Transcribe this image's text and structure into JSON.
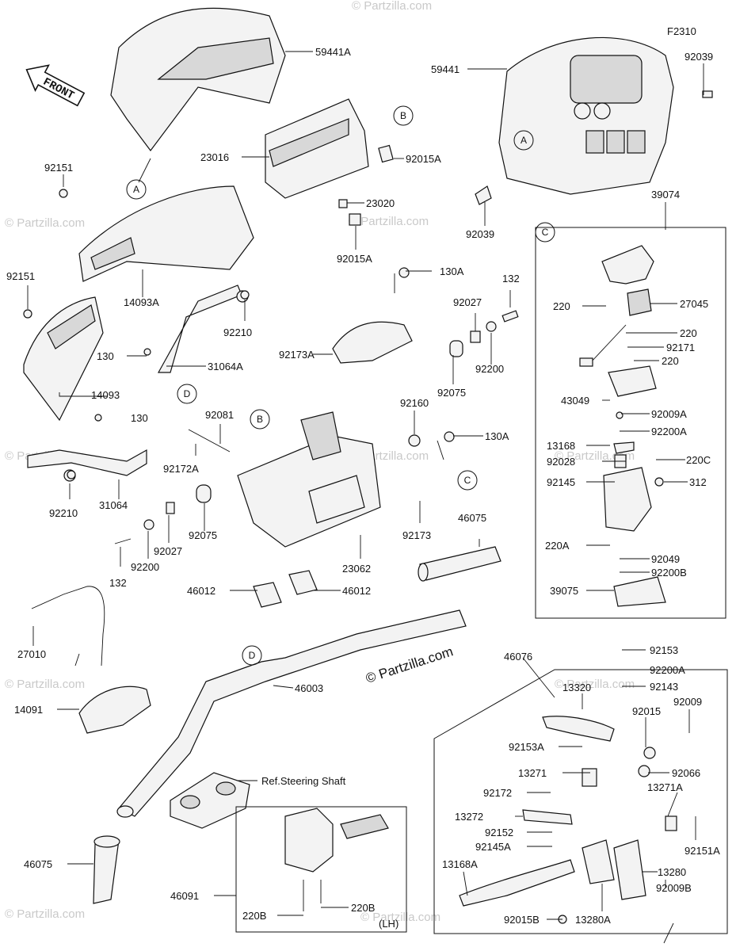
{
  "diagram_code": "F2310",
  "front_label": "FRONT",
  "copyright": "© Partzilla.com",
  "watermarks": [
    "© Partzilla.com",
    "© Partzilla.com",
    "© Partzilla.com",
    "© Partzilla.com",
    "© Partzilla.com",
    "© Partzilla.com",
    "© Partzilla.com",
    "© Partzilla.com",
    "© Partzilla.com",
    "© Partzilla.com"
  ],
  "callouts": {
    "A": "A",
    "B": "B",
    "C": "C",
    "D": "D"
  },
  "labels": {
    "p59441A": "59441A",
    "p59441": "59441",
    "p92039_top": "92039",
    "p92039_bot": "92039",
    "p23016": "23016",
    "p92015A_1": "92015A",
    "p23020": "23020",
    "p92015A_2": "92015A",
    "p92151_1": "92151",
    "p92151_2": "92151",
    "p14093A": "14093A",
    "p92210_1": "92210",
    "p130A_1": "130A",
    "p132_1": "132",
    "p92027_1": "92027",
    "p92173A": "92173A",
    "p130": "130",
    "p130b": "130",
    "p31064A": "31064A",
    "p14093": "14093",
    "p92200_1": "92200",
    "p92075_1": "92075",
    "p92081": "92081",
    "p92160": "92160",
    "p130A_2": "130A",
    "p92172A": "92172A",
    "p92075_2": "92075",
    "p92210_2": "92210",
    "p31064": "31064",
    "p92173": "92173",
    "p46075_1": "46075",
    "p92027_2": "92027",
    "p132_2": "132",
    "p92200_2": "92200",
    "p23062": "23062",
    "p46012_1": "46012",
    "p46012_2": "46012",
    "p27010": "27010",
    "p46003": "46003",
    "p14091": "14091",
    "p_ref": "Ref.Steering Shaft",
    "p46075_2": "46075",
    "p46091": "46091",
    "p220B_1": "220B",
    "p220B_2": "220B",
    "p_lh": "(LH)",
    "p39074": "39074",
    "p220_1": "220",
    "p27045": "27045",
    "p220_2": "220",
    "p92171": "92171",
    "p220_3": "220",
    "p43049": "43049",
    "p92009A": "92009A",
    "p13168": "13168",
    "p92200A_1": "92200A",
    "p92028": "92028",
    "p220C": "220C",
    "p92145": "92145",
    "p312": "312",
    "p220A": "220A",
    "p92049": "92049",
    "p92200B": "92200B",
    "p39075": "39075",
    "p46076": "46076",
    "p92153": "92153",
    "p92200A_2": "92200A",
    "p92143": "92143",
    "p13320": "13320",
    "p92009": "92009",
    "p92015": "92015",
    "p92153A": "92153A",
    "p13271": "13271",
    "p92066": "92066",
    "p92172": "92172",
    "p13271A": "13271A",
    "p13272": "13272",
    "p92152": "92152",
    "p92145A": "92145A",
    "p92151A": "92151A",
    "p13168A": "13168A",
    "p13280": "13280",
    "p92009B": "92009B",
    "p92015B": "92015B",
    "p13280A": "13280A"
  }
}
